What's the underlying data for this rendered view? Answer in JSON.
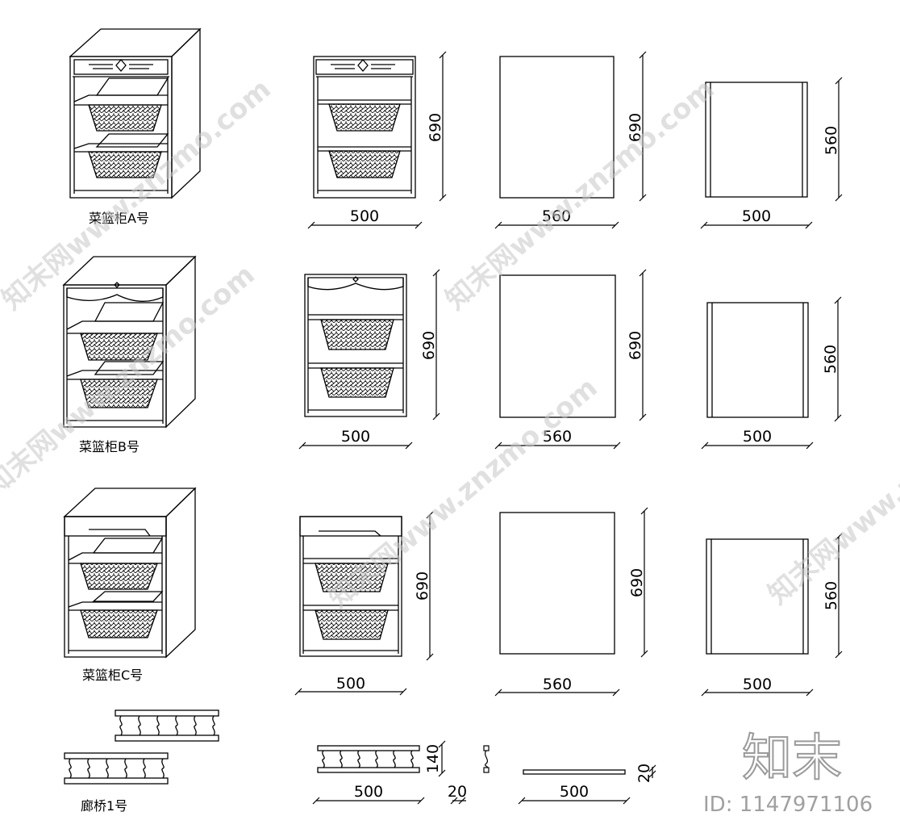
{
  "cabinets": [
    {
      "id": "A",
      "caption": "菜篮柜A号",
      "front_height": "690",
      "front_width": "500",
      "side_height": "690",
      "side_width": "560",
      "top_height": "560",
      "top_width": "500"
    },
    {
      "id": "B",
      "caption": "菜篮柜B号",
      "front_height": "690",
      "front_width": "500",
      "side_height": "690",
      "side_width": "560",
      "top_height": "560",
      "top_width": "500"
    },
    {
      "id": "C",
      "caption": "菜篮柜C号",
      "front_height": "690",
      "front_width": "500",
      "side_height": "690",
      "side_width": "560",
      "top_height": "560",
      "top_width": "500"
    }
  ],
  "bridge": {
    "caption": "廊桥1号",
    "front_width": "500",
    "front_height": "140",
    "side_width": "20",
    "plan_width": "500",
    "plan_thickness": "20"
  },
  "watermark": {
    "text": "知末网www.znzmo.com",
    "logo": "知末",
    "id": "ID: 1147971106"
  }
}
